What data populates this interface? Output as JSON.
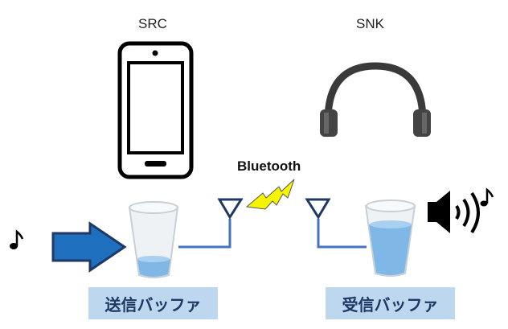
{
  "labels": {
    "src": "SRC",
    "snk": "SNK",
    "bluetooth": "Bluetooth",
    "send_buffer": "送信バッファ",
    "receive_buffer": "受信バッファ"
  },
  "icons": [
    "smartphone-icon",
    "headphones-icon",
    "music-note-icon",
    "arrow-right-icon",
    "glass-icon",
    "antenna-icon",
    "lightning-icon",
    "speaker-icon"
  ],
  "colors": {
    "buffer_box": "#bdd7ee",
    "buffer_text": "#1f3864",
    "wire": "#4472c4",
    "arrow": "#1f6fbf",
    "bolt": "#f5f500",
    "water": "#7fb8e6"
  },
  "buffer_fill": {
    "send": 0.25,
    "receive": 0.8
  }
}
